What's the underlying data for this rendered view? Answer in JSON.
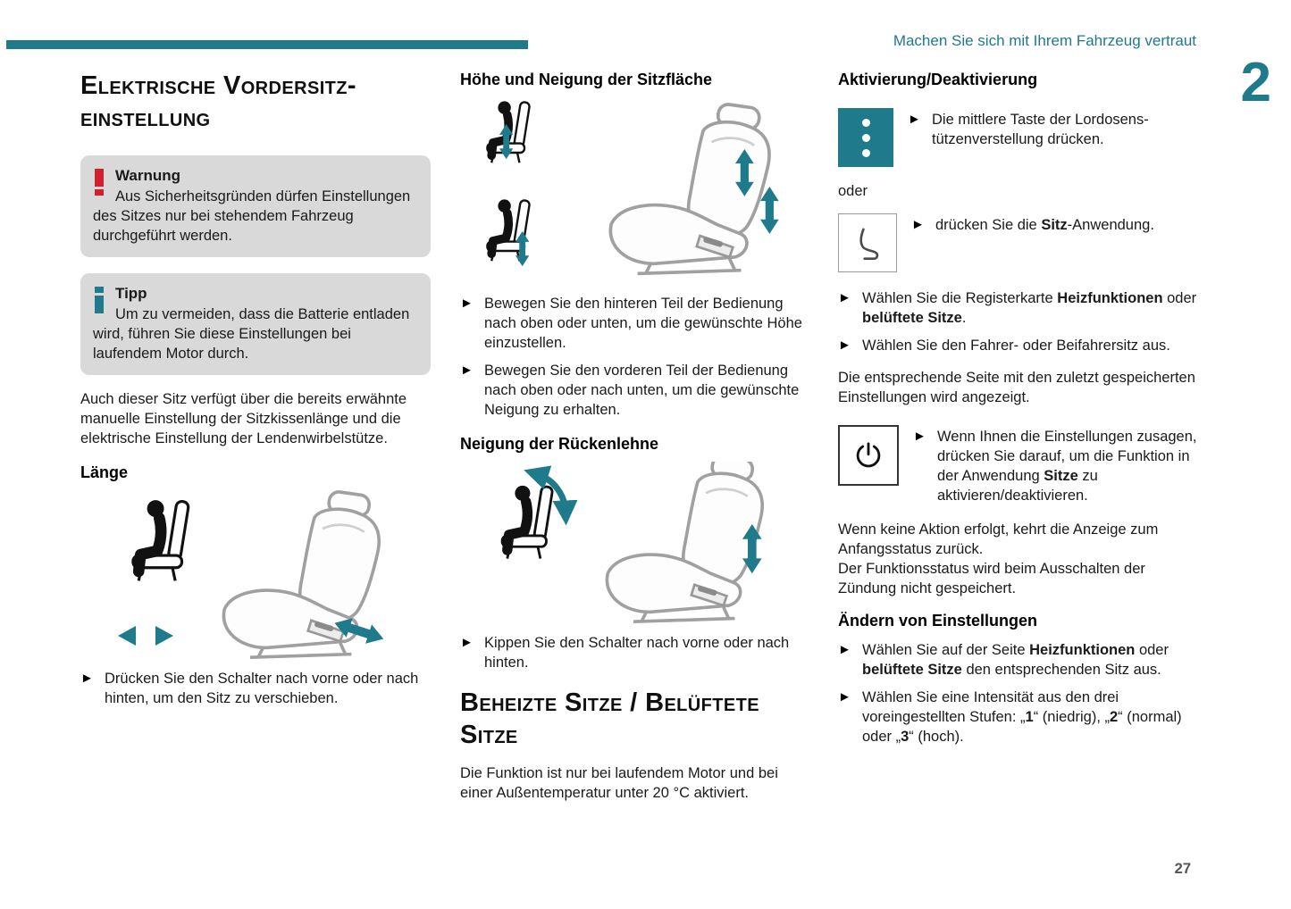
{
  "theme": {
    "accent": "#1f7a8c",
    "warning_red": "#d21f2d",
    "box_gray": "#d9d9d9"
  },
  "header": {
    "text": "Machen Sie sich mit Ihrem Fahrzeug vertraut",
    "chapter": "2",
    "page_number": "27"
  },
  "icons": {
    "bullet": "►",
    "warning": "!",
    "tip": "i",
    "lumbar": "three-dots-button",
    "seat_app": "seat-outline",
    "power": "power-symbol"
  },
  "col1": {
    "title": "Elektrische Vordersitz-einstellung",
    "warning": {
      "title": "Warnung",
      "text": "Aus Sicherheitsgründen dürfen Einstellungen des Sitzes nur bei stehendem Fahrzeug durchgeführt werden."
    },
    "tip": {
      "title": "Tipp",
      "text": "Um zu vermeiden, dass die Batterie entladen wird, führen Sie diese Einstellungen bei laufendem Motor durch."
    },
    "intro": "Auch dieser Sitz verfügt über die bereits erwähnte manuelle Einstellung der Sitzkissenlänge und die elektrische Einstellung der Lendenwirbelstütze.",
    "laenge_heading": "Länge",
    "laenge_bullet": "Drücken Sie den Schalter nach vorne oder nach hinten, um den Sitz zu verschieben."
  },
  "col2": {
    "hoehe_heading": "Höhe und Neigung der Sitzfläche",
    "bullets": [
      "Bewegen Sie den hinteren Teil der Bedienung nach oben oder unten, um die gewünschte Höhe einzustellen.",
      "Bewegen Sie den vorderen Teil der Bedienung nach oben oder nach unten, um die gewünschte Neigung zu erhalten."
    ],
    "neigung_heading": "Neigung der Rückenlehne",
    "neigung_bullet": "Kippen Sie den Schalter nach vorne oder nach hinten.",
    "section_title": "Beheizte Sitze / Belüftete Sitze",
    "section_text": "Die Funktion ist nur bei laufendem Motor und bei einer Außentemperatur unter 20 °C aktiviert."
  },
  "col3": {
    "heading": "Aktivierung/Deaktivierung",
    "lumbar_bullet": "Die mittlere Taste der Lordosens­tützenverstellung drücken.",
    "oder": "oder",
    "app_bullet": [
      {
        "t": "drücken Sie die "
      },
      {
        "t": "Sitz",
        "b": true
      },
      {
        "t": "-Anwendung."
      }
    ],
    "tab_bullet": [
      {
        "t": "Wählen Sie die Registerkarte "
      },
      {
        "t": "Heizfunktionen",
        "b": true
      },
      {
        "t": " oder "
      },
      {
        "t": "belüftete Sitze",
        "b": true
      },
      {
        "t": "."
      }
    ],
    "seat_select_bullet": "Wählen Sie den Fahrer- oder Beifahrersitz aus.",
    "page_text": "Die entsprechende Seite mit den zuletzt gespeicherten Einstellungen wird angezeigt.",
    "power_bullet": [
      {
        "t": "Wenn Ihnen die Einstellungen zu­sagen, drücken Sie darauf, um die Funktion in der Anwendung "
      },
      {
        "t": "Sitze",
        "b": true
      },
      {
        "t": " zu aktivieren/deaktivieren."
      }
    ],
    "note_text1": "Wenn keine Aktion erfolgt, kehrt die Anzeige zum Anfangsstatus zurück.",
    "note_text2": "Der Funktionsstatus wird beim Ausschalten der Zündung nicht gespeichert.",
    "aendern_heading": "Ändern von Einstellungen",
    "aendern_bullet1": [
      {
        "t": "Wählen Sie auf der Seite "
      },
      {
        "t": "Heizfunktionen",
        "b": true
      },
      {
        "t": " oder "
      },
      {
        "t": "belüftete Sitze",
        "b": true
      },
      {
        "t": " den entsprechenden Sitz aus."
      }
    ],
    "aendern_bullet2": [
      {
        "t": "Wählen Sie eine Intensität aus den drei voreingestellten Stufen: „"
      },
      {
        "t": "1",
        "b": true
      },
      {
        "t": "“ (niedrig), „"
      },
      {
        "t": "2",
        "b": true
      },
      {
        "t": "“ (normal) oder „"
      },
      {
        "t": "3",
        "b": true
      },
      {
        "t": "“ (hoch)."
      }
    ]
  }
}
